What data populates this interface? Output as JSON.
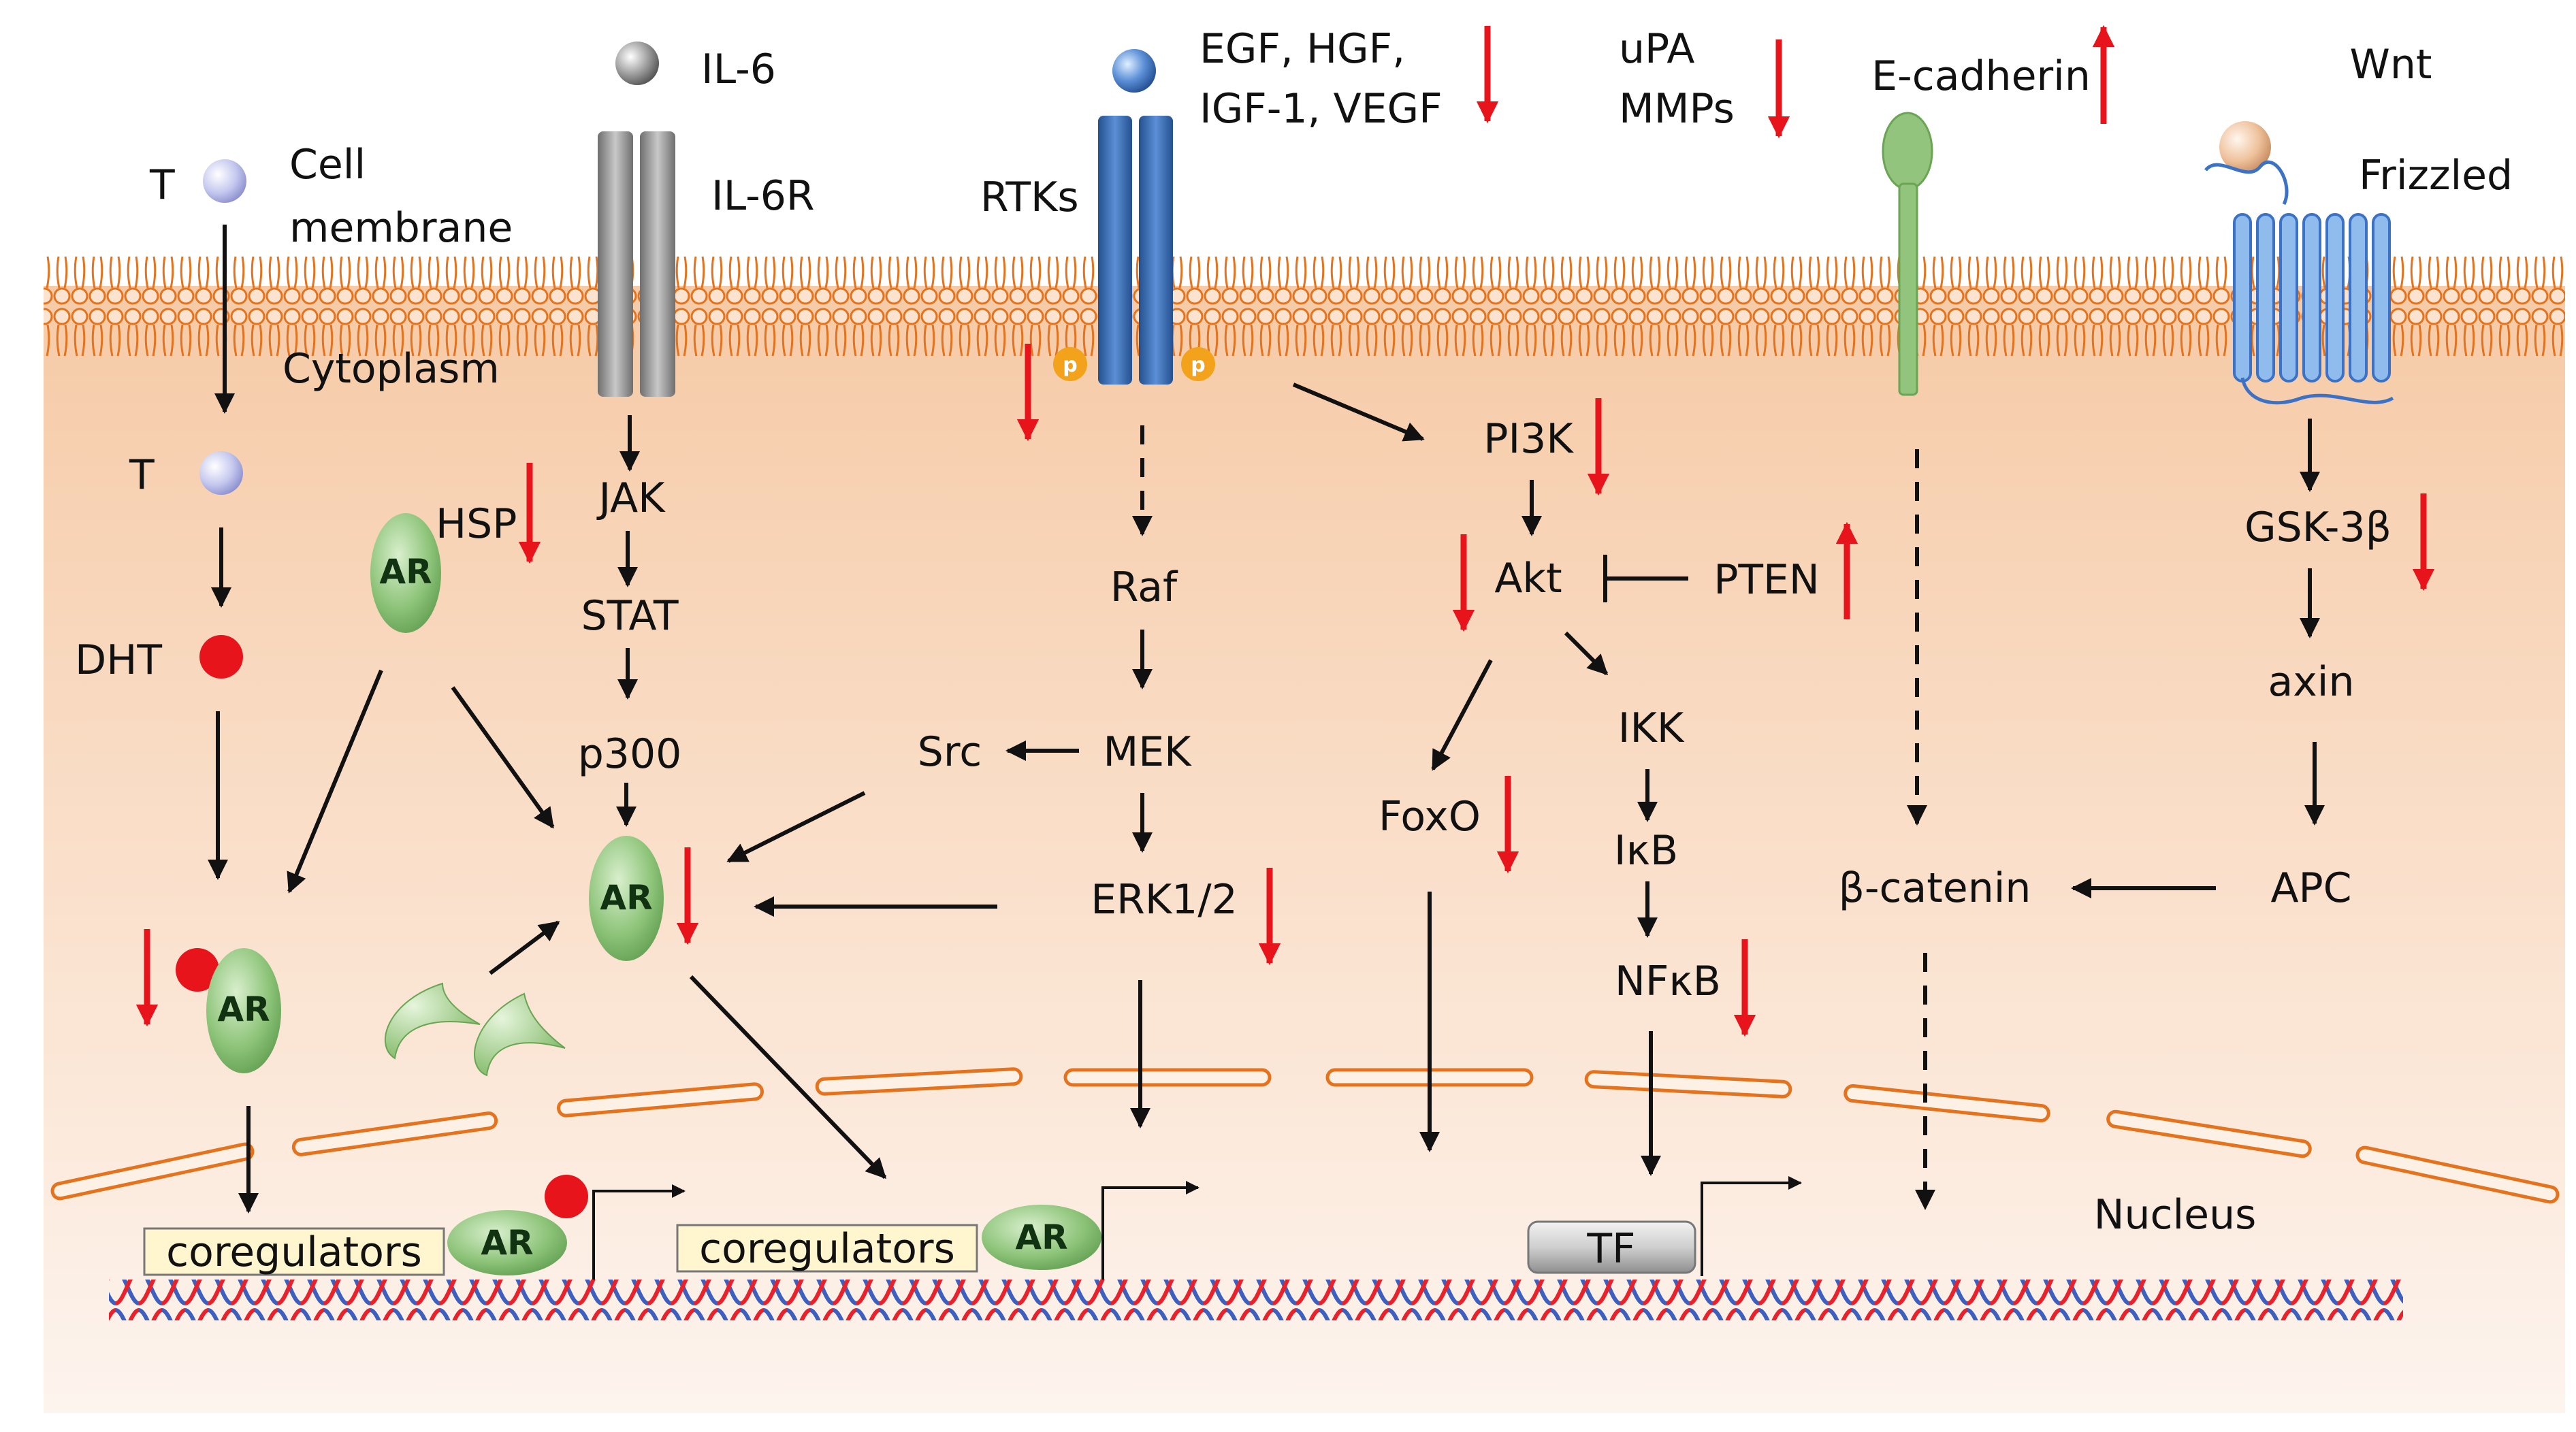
{
  "labels": {
    "t_top": "T",
    "cell_membrane_1": "Cell",
    "cell_membrane_2": "membrane",
    "cytoplasm": "Cytoplasm",
    "t_mid": "T",
    "dht": "DHT",
    "hsp": "HSP",
    "il6": "IL-6",
    "il6r": "IL-6R",
    "jak": "JAK",
    "stat": "STAT",
    "p300": "p300",
    "growth_factors_1": "EGF, HGF,",
    "growth_factors_2": "IGF-1, VEGF",
    "rtks": "RTKs",
    "phospho": "p",
    "raf": "Raf",
    "mek": "MEK",
    "src": "Src",
    "erk": "ERK1/2",
    "upa": "uPA",
    "mmps": "MMPs",
    "pi3k": "PI3K",
    "akt": "Akt",
    "pten": "PTEN",
    "foxo": "FoxO",
    "ikk": "IKK",
    "ikb": "IκB",
    "nfkb": "NFκB",
    "ecadherin": "E-cadherin",
    "wnt": "Wnt",
    "frizzled": "Frizzled",
    "gsk3b": "GSK-3β",
    "axin": "axin",
    "apc": "APC",
    "bcatenin": "β-catenin",
    "nucleus": "Nucleus",
    "tf": "TF",
    "ar": "AR",
    "coregulators": "coregulators"
  },
  "colors": {
    "cytoplasm_top": "#f7d2b4",
    "cytoplasm_bottom": "#fdf3ec",
    "membrane": "#e5731e",
    "nuclear_envelope": "#e5731e",
    "arrow": "#111111",
    "red_indicator": "#e8141b",
    "ar_protein": "#86bf73",
    "rtk_receptor": "#3f6fb5",
    "il6r_receptor": "#9e9e9e",
    "frizzled_receptor": "#73a7e0",
    "ecadherin": "#93c47d",
    "dna_red": "#e8212b",
    "dna_blue": "#3d5fbf",
    "coregulator_box": "#fff6cf"
  }
}
